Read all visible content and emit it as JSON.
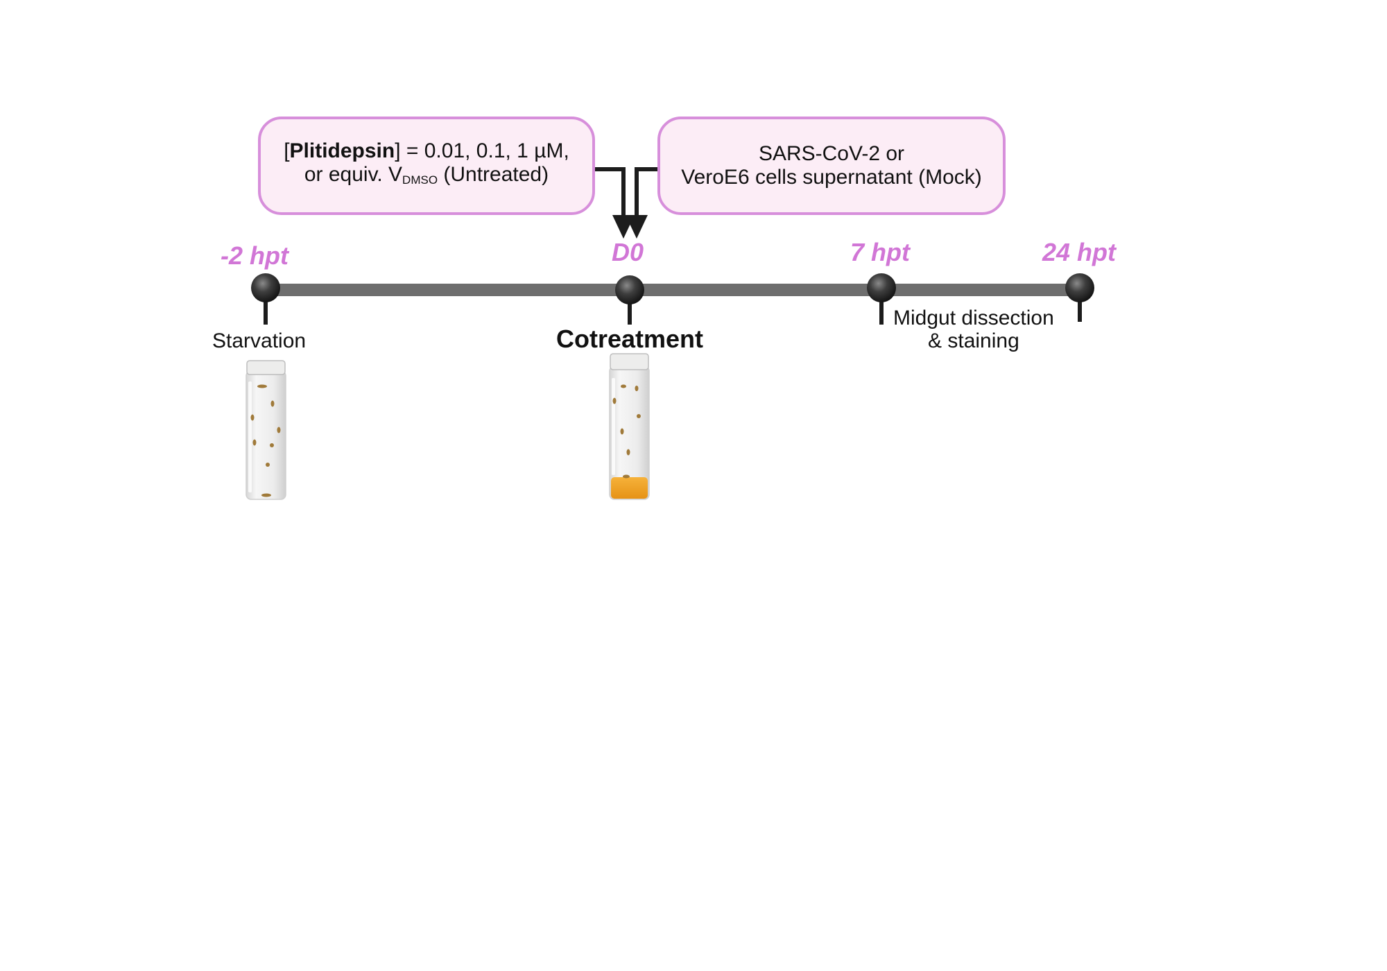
{
  "treatment_box": {
    "open_bracket": "[",
    "drug": "Plitidepsin",
    "line1_rest": "] = 0.01, 0.1, 1 µM,",
    "line2_prefix": "or equiv. V",
    "line2_sub": "DMSO",
    "line2_suffix": " (Untreated)"
  },
  "infection_box": {
    "line1": "SARS-CoV-2 or",
    "line2": "VeroE6 cells supernatant (Mock)"
  },
  "timepoints": [
    "-2 hpt",
    "D0",
    "7 hpt",
    "24 hpt"
  ],
  "labels": {
    "starvation": "Starvation",
    "cotreatment": "Cotreatment",
    "midgut_line1": "Midgut dissection",
    "midgut_line2": "& staining"
  },
  "colors": {
    "accent": "#d176d6",
    "box_border": "#d78fdb",
    "box_fill": "#fcedf6",
    "timeline": "#6e6e6e",
    "food": "#f0a021"
  }
}
